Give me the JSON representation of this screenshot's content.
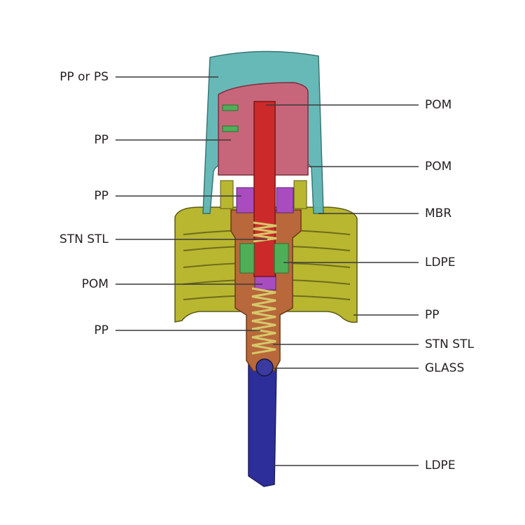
{
  "diagram": {
    "left_labels": [
      "PP or PS",
      "PP",
      "PP",
      "STN STL",
      "POM",
      "PP"
    ],
    "right_labels": [
      "POM",
      "POM",
      "MBR",
      "LDPE",
      "PP",
      "STN STL",
      "GLASS",
      "LDPE"
    ],
    "colors": {
      "overcap": "#5fb6b4",
      "actuator": "#c7667a",
      "stem": "#cc2a2a",
      "closure": "#b9b630",
      "gasket": "#a84cc0",
      "housing": "#b8683a",
      "spring": "#d6c86a",
      "valve": "#4fae58",
      "ball": "#3a3aa0",
      "dip_tube": "#2e2e9a",
      "leader_line": "#3a3a3a"
    }
  }
}
